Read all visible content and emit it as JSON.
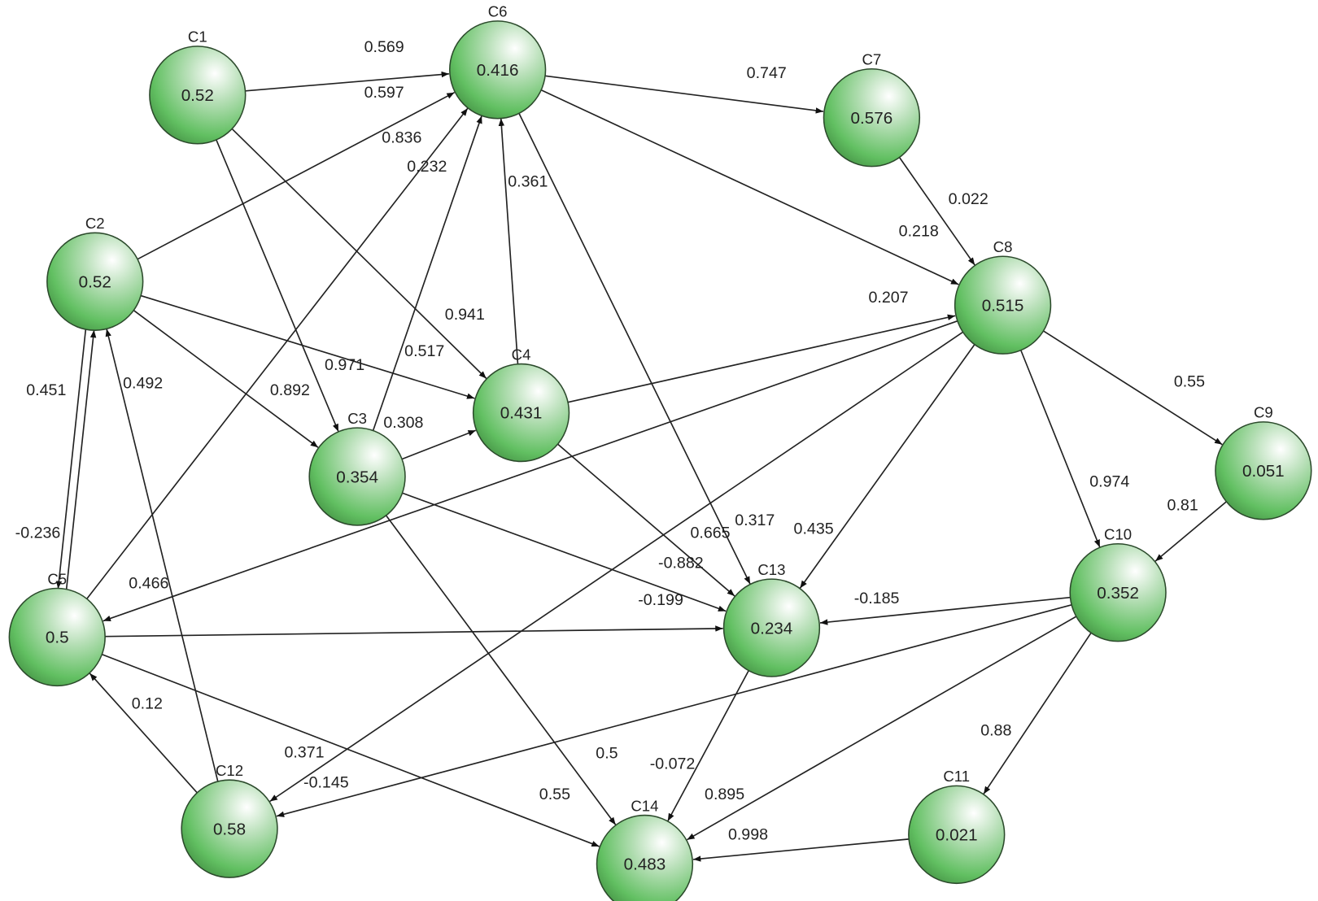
{
  "diagram": {
    "type": "fuzzy-cognitive-map",
    "node_color": "#6cc46c",
    "nodes": [
      {
        "id": "C1",
        "value": "0.52"
      },
      {
        "id": "C2",
        "value": "0.52"
      },
      {
        "id": "C3",
        "value": "0.354"
      },
      {
        "id": "C4",
        "value": "0.431"
      },
      {
        "id": "C5",
        "value": "0.5"
      },
      {
        "id": "C6",
        "value": "0.416"
      },
      {
        "id": "C7",
        "value": "0.576"
      },
      {
        "id": "C8",
        "value": "0.515"
      },
      {
        "id": "C9",
        "value": "0.051"
      },
      {
        "id": "C10",
        "value": "0.352"
      },
      {
        "id": "C11",
        "value": "0.021"
      },
      {
        "id": "C12",
        "value": "0.58"
      },
      {
        "id": "C13",
        "value": "0.234"
      },
      {
        "id": "C14",
        "value": "0.483"
      }
    ],
    "edges": [
      {
        "from": "C1",
        "to": "C6",
        "weight": "0.569"
      },
      {
        "from": "C2",
        "to": "C6",
        "weight": "0.597"
      },
      {
        "from": "C5",
        "to": "C6",
        "weight": "0.836"
      },
      {
        "from": "C3",
        "to": "C6",
        "weight": "0.232"
      },
      {
        "from": "C4",
        "to": "C6",
        "weight": "0.361"
      },
      {
        "from": "C1",
        "to": "C4",
        "weight": "0.941"
      },
      {
        "from": "C2",
        "to": "C4",
        "weight": "0.517"
      },
      {
        "from": "C1",
        "to": "C3",
        "weight": "0.971"
      },
      {
        "from": "C2",
        "to": "C3",
        "weight": "0.892"
      },
      {
        "from": "C3",
        "to": "C4",
        "weight": "0.308"
      },
      {
        "from": "C6",
        "to": "C7",
        "weight": "0.747"
      },
      {
        "from": "C7",
        "to": "C8",
        "weight": "0.022"
      },
      {
        "from": "C6",
        "to": "C8",
        "weight": "0.218"
      },
      {
        "from": "C4",
        "to": "C8",
        "weight": "0.207"
      },
      {
        "from": "C6",
        "to": "C13",
        "weight": "0.317"
      },
      {
        "from": "C4",
        "to": "C13",
        "weight": "0.665"
      },
      {
        "from": "C8",
        "to": "C13",
        "weight": "0.435"
      },
      {
        "from": "C3",
        "to": "C13",
        "weight": "-0.882"
      },
      {
        "from": "C5",
        "to": "C13",
        "weight": "-0.199"
      },
      {
        "from": "C10",
        "to": "C13",
        "weight": "-0.185"
      },
      {
        "from": "C5",
        "to": "C2",
        "weight": "0.451"
      },
      {
        "from": "C12",
        "to": "C2",
        "weight": "0.492"
      },
      {
        "from": "C2",
        "to": "C5",
        "weight": "-0.236"
      },
      {
        "from": "C8",
        "to": "C5",
        "weight": "0.466"
      },
      {
        "from": "C12",
        "to": "C5",
        "weight": "0.12"
      },
      {
        "from": "C8",
        "to": "C12",
        "weight": "0.371"
      },
      {
        "from": "C10",
        "to": "C12",
        "weight": "-0.145"
      },
      {
        "from": "C3",
        "to": "C14",
        "weight": "0.5"
      },
      {
        "from": "C13",
        "to": "C14",
        "weight": "-0.072"
      },
      {
        "from": "C5",
        "to": "C14",
        "weight": "0.55"
      },
      {
        "from": "C10",
        "to": "C14",
        "weight": "0.895"
      },
      {
        "from": "C11",
        "to": "C14",
        "weight": "0.998"
      },
      {
        "from": "C10",
        "to": "C11",
        "weight": "0.88"
      },
      {
        "from": "C9",
        "to": "C10",
        "weight": "0.81"
      },
      {
        "from": "C8",
        "to": "C9",
        "weight": "0.55"
      },
      {
        "from": "C8",
        "to": "C10",
        "weight": "0.974"
      }
    ]
  }
}
